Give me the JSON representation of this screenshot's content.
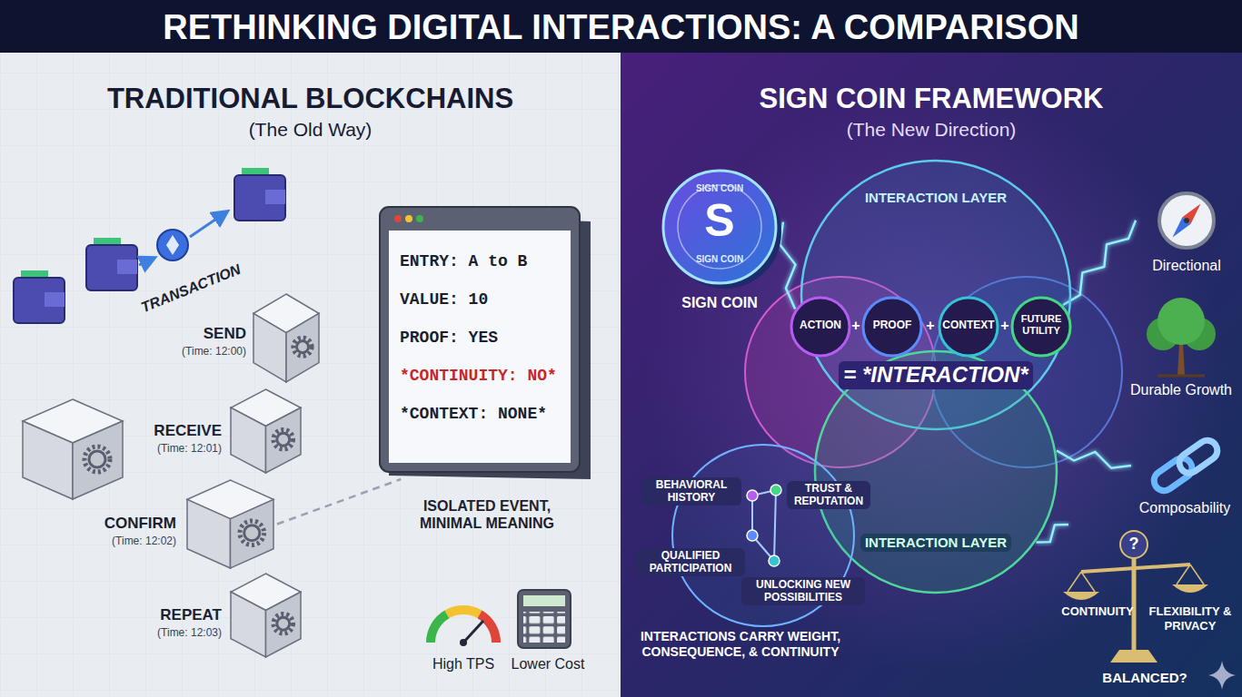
{
  "diagram": {
    "title": "RETHINKING DIGITAL INTERACTIONS: A COMPARISON",
    "nodes": [
      {
        "text": [
          "TRADITIONAL BLOCKCHAINS",
          "(The Old Way)"
        ]
      },
      {
        "text": [
          "SEND",
          "(Time: 12:00)"
        ],
        "in": 0
      },
      {
        "text": [
          "RECEIVE",
          "(Time: 12:01)"
        ],
        "in": 0
      },
      {
        "text": [
          "CONFIRM",
          "(Time: 12:02)"
        ],
        "in": 0
      },
      {
        "text": [
          "REPEAT",
          "(Time: 12:03)"
        ],
        "in": 0
      },
      {
        "text": [
          "ENTRY: A to B",
          "VALUE: 10",
          "PROOF: YES",
          "*CONTINUITY: NO*",
          "*CONTEXT: NONE*"
        ],
        "in": 0
      },
      {
        "text": [
          "SIGN COIN FRAMEWORK",
          "(The New Direction)"
        ]
      },
      {
        "text": [
          "SIGN COIN",
          "S",
          "SIGN COIN",
          "SIGN COIN"
        ],
        "in": 6
      },
      {
        "text": [
          "INTERACTION LAYER"
        ],
        "in": 6
      },
      {
        "text": [
          "INTERACTION LAYER"
        ],
        "in": 6
      },
      {
        "text": [
          "ACTION"
        ],
        "in": 6
      },
      {
        "text": [
          "PROOF"
        ],
        "in": 6
      },
      {
        "text": [
          "CONTEXT"
        ],
        "in": 6
      },
      {
        "text": [
          "FUTURE UTILITY"
        ],
        "in": 6
      },
      {
        "text": [
          "BEHAVIORAL HISTORY",
          "TRUST & REPUTATION",
          "QUALIFIED PARTICIPATION",
          "UNLOCKING NEW POSSIBILITIES",
          "INTERACTIONS CARRY WEIGHT, CONSEQUENCE, & CONTINUITY"
        ],
        "in": 6
      },
      {
        "text": [
          "Directional"
        ],
        "in": 6
      },
      {
        "text": [
          "Durable Growth"
        ],
        "in": 6
      },
      {
        "text": [
          "Composability"
        ],
        "in": 6
      },
      {
        "text": [
          "?",
          "CONTINUITY",
          "FLEXIBILITY & PRIVACY",
          "BALANCED?"
        ],
        "in": 6
      }
    ],
    "edges": [
      {
        "from": 3,
        "to": 5,
        "arrow": "none"
      },
      {
        "from": 7,
        "to": 10,
        "arrow": "none"
      },
      {
        "from": 13,
        "to": 15,
        "arrow": "none"
      },
      {
        "from": 9,
        "to": 17,
        "arrow": "none"
      },
      {
        "from": 9,
        "to": 18,
        "arrow": "none"
      }
    ],
    "labels": [
      "TRANSACTION",
      "ISOLATED EVENT, MINIMAL MEANING",
      "High TPS",
      "Lower Cost",
      "+",
      "+",
      "+",
      "= *INTERACTION*"
    ]
  }
}
